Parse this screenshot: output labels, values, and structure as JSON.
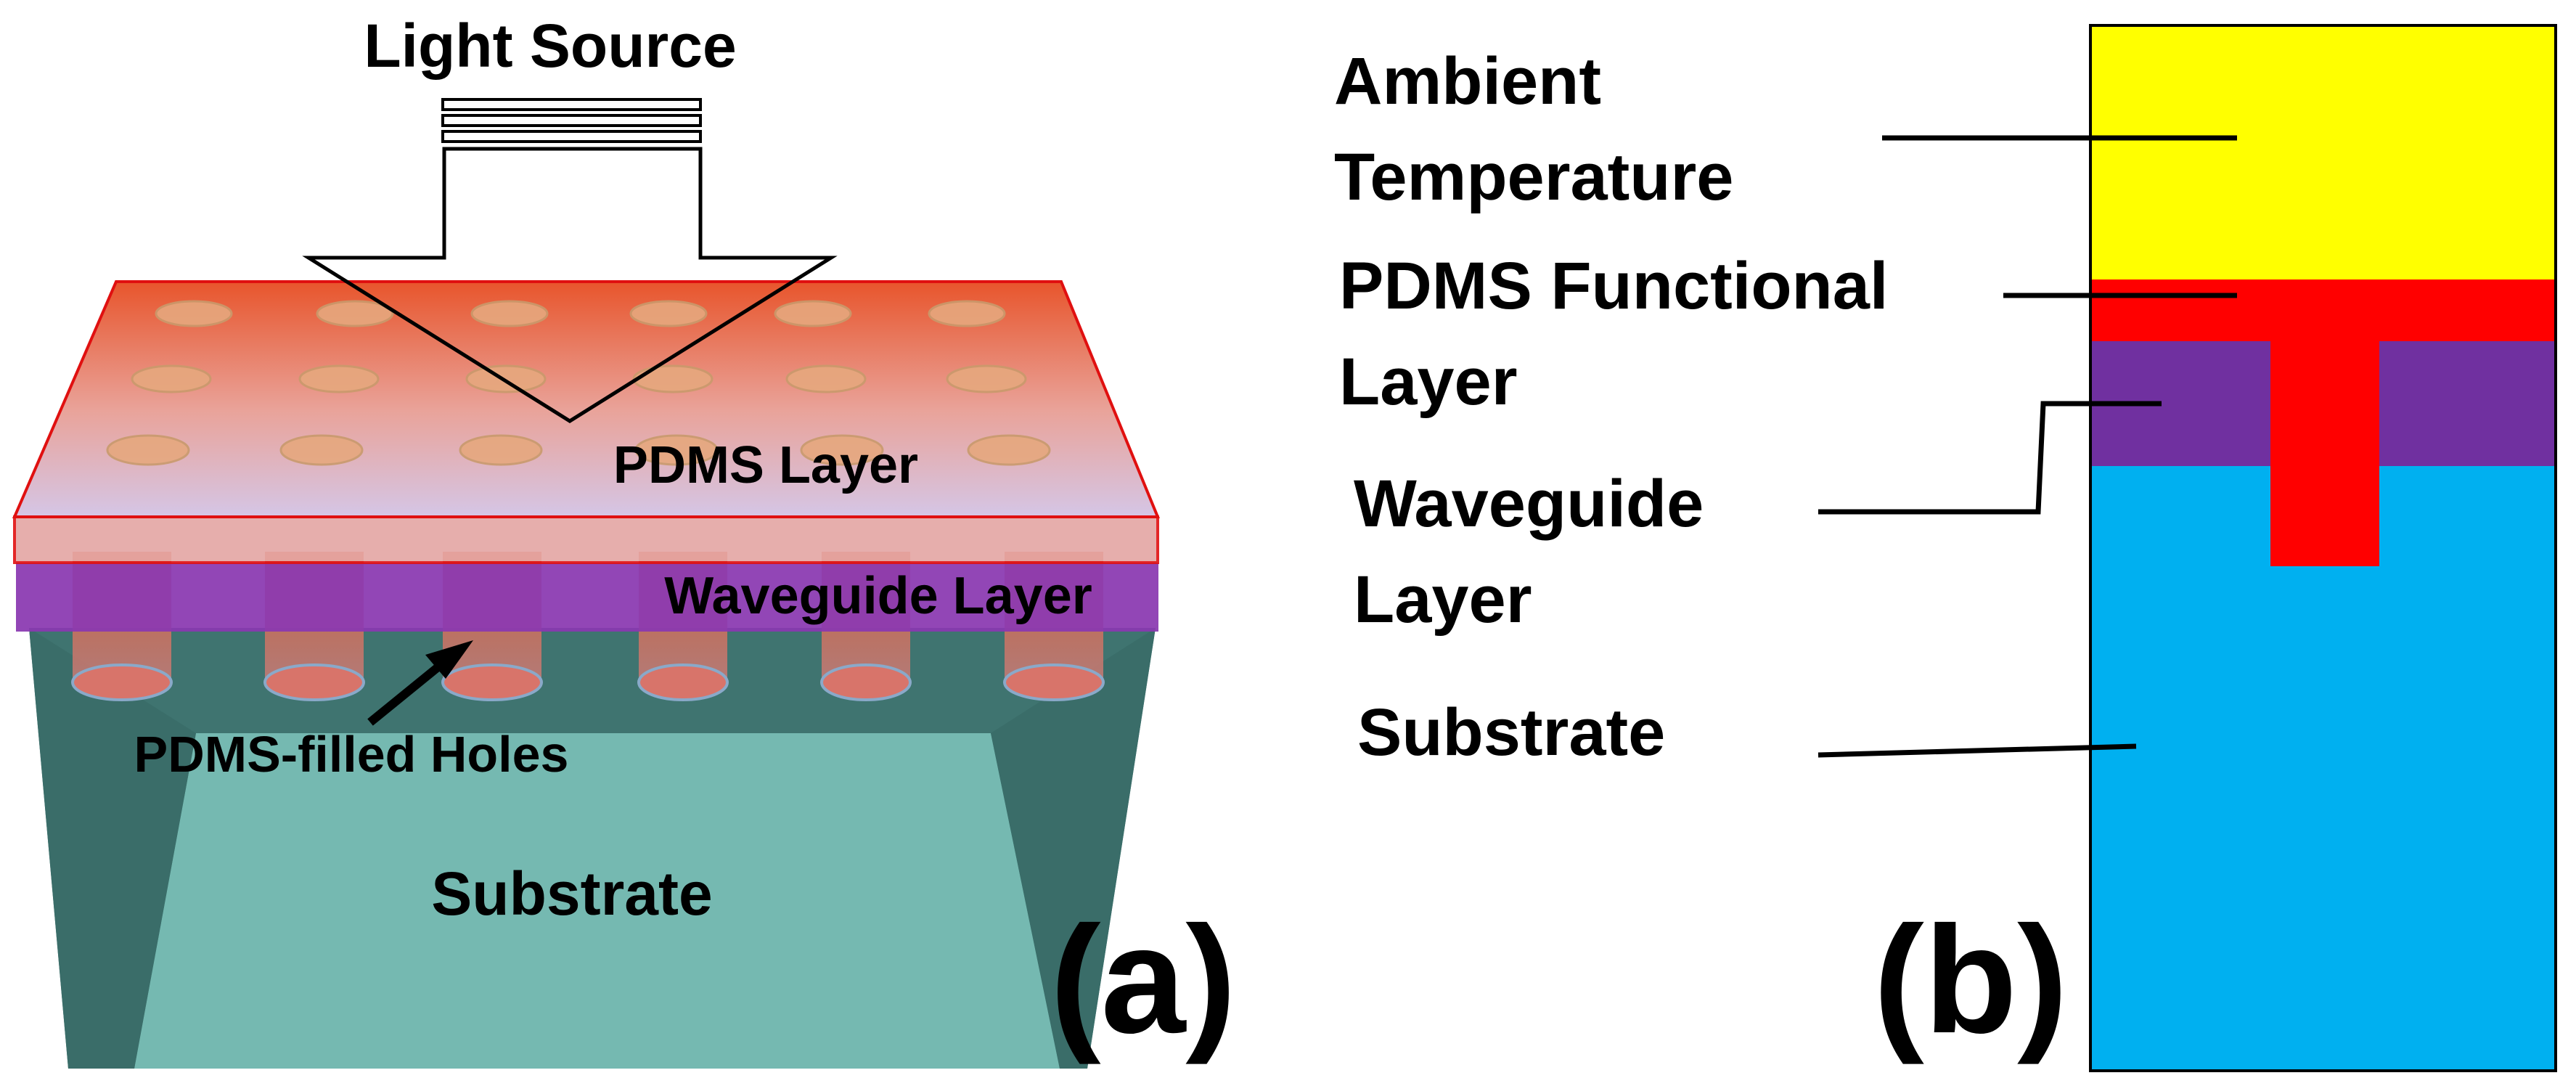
{
  "panel_a": {
    "light_source_label": "Light Source",
    "pdms_layer_label": "PDMS Layer",
    "waveguide_layer_label": "Waveguide Layer",
    "holes_label": "PDMS-filled Holes",
    "substrate_label": "Substrate",
    "panel_tag": "(a)"
  },
  "panel_b": {
    "ambient_line1": "Ambient",
    "ambient_line2": "Temperature",
    "pdms_line1": "PDMS Functional",
    "pdms_line2": "Layer",
    "waveguide_line1": "Waveguide",
    "waveguide_line2": "Layer",
    "substrate_label": "Substrate",
    "panel_tag": "(b)"
  },
  "colors": {
    "ambient": "#ffff00",
    "pdms": "#ff0000",
    "waveguide": "#7030a0",
    "substrate_b": "#00b0f0",
    "substrate_a": "#6fb5ad",
    "substrate_a_dark": "#3f7470"
  }
}
